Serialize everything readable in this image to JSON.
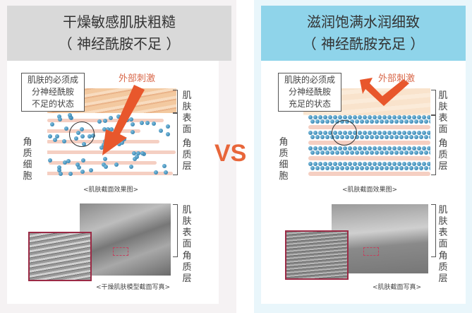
{
  "left": {
    "title_line1": "干燥敏感肌肤粗糙",
    "title_line2": "（ 神经酰胺不足 ）",
    "callout": [
      "肌肤的必须成",
      "分神经酰胺",
      "不足的状态"
    ],
    "stimulus": "外部刺激",
    "label_surface": "肌肤表面",
    "label_stratum": "角质层",
    "label_cells": "角质细胞",
    "diagram_caption": "<肌肤截面效果图>",
    "photo_label_surface": "肌肤表面",
    "photo_label_stratum": "角质层",
    "photo_caption": "<干燥肌肤模型截面写真>",
    "header_color": "#d9d9d9",
    "background_color": "#f5f2f3"
  },
  "vs": "VS",
  "right": {
    "title_line1": "滋润饱满水润细致",
    "title_line2": "（ 神经酰胺充足 ）",
    "callout": [
      "肌肤的必须成",
      "分神经酰胺",
      "充足的状态"
    ],
    "stimulus": "外部刺激",
    "label_surface": "肌肤表面",
    "label_stratum": "角质层",
    "label_cells": "角质细胞",
    "diagram_caption": "<肌肤截面效果图>",
    "photo_label_surface": "肌肤表面",
    "photo_label_stratum": "角质层",
    "photo_caption": "<肌肤截面写真>",
    "header_color": "#8fd4ea",
    "background_color": "#e9f6fb"
  },
  "accent_color": "#e8663a"
}
